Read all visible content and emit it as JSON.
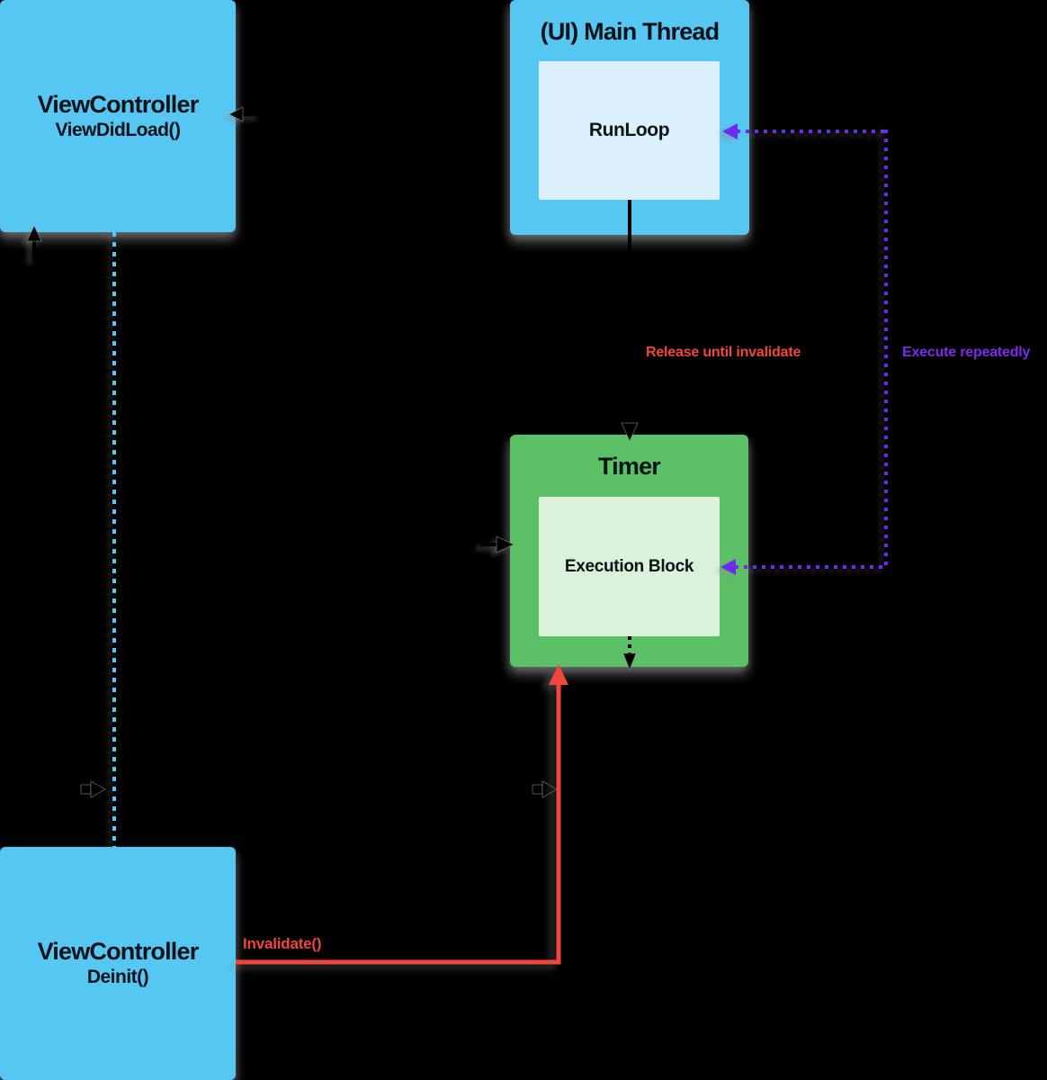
{
  "colors": {
    "background": "#000000",
    "box_blue": "#56C7F3",
    "box_blue_inner": "#DBF0FB",
    "box_green": "#5CC166",
    "box_green_inner": "#DCF1DA",
    "text_dark": "#0C1218",
    "arrow_purple": "#6D2BEE",
    "label_purple": "#7C2BE8",
    "arrow_red": "#F2453B",
    "label_red": "#F2453B",
    "dashed_blue": "#55C8F6",
    "line_black": "#000000"
  },
  "nodes": {
    "vc_top": {
      "title": "ViewController",
      "subtitle": "ViewDidLoad()"
    },
    "main_thread": {
      "title": "(UI) Main Thread",
      "inner": "RunLoop"
    },
    "timer": {
      "title": "Timer",
      "inner": "Execution Block"
    },
    "vc_bottom": {
      "title": "ViewController",
      "subtitle": "Deinit()"
    }
  },
  "labels": {
    "release_until_invalidate": "Release until invalidate",
    "execute_repeatedly": "Execute repeatedly",
    "invalidate": "Invalidate()"
  }
}
